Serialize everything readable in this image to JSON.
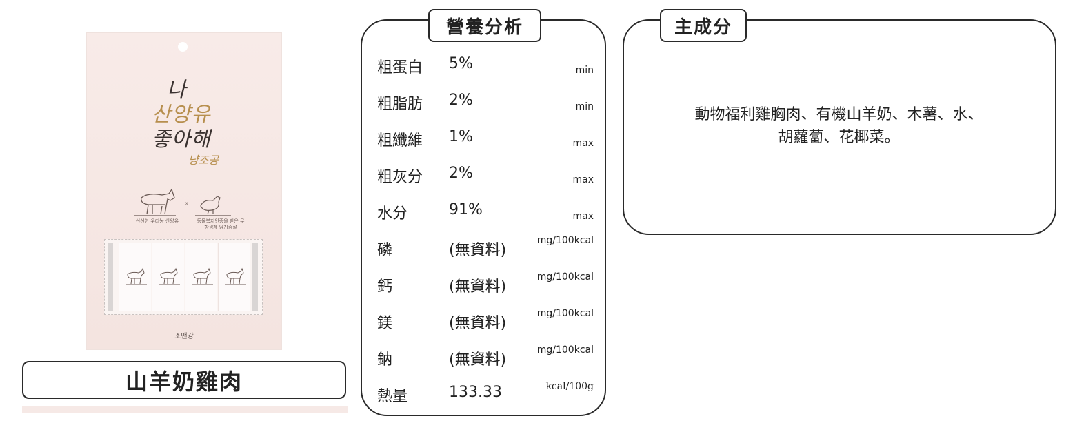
{
  "product": {
    "name": "山羊奶雞肉",
    "package": {
      "title_line1": "나",
      "title_line2": "산양유",
      "title_line3": "좋아해",
      "subtitle": "냥조공",
      "caption_left": "신선한 우리농 산양유",
      "caption_right": "동물복지인증을 받은 무항생제 닭가슴살",
      "maker": "조앤강",
      "colors": {
        "bg": "#f6e7e4",
        "gold": "#b78f4e"
      }
    }
  },
  "nutrition": {
    "heading": "營養分析",
    "rows": [
      {
        "label": "粗蛋白",
        "value": "5%",
        "unit": "min"
      },
      {
        "label": "粗脂肪",
        "value": "2%",
        "unit": "min"
      },
      {
        "label": "粗纖維",
        "value": "1%",
        "unit": "max"
      },
      {
        "label": "粗灰分",
        "value": "2%",
        "unit": "max"
      },
      {
        "label": "水分",
        "value": "91%",
        "unit": "max"
      },
      {
        "label": "磷",
        "value": "(無資料)",
        "unit": "mg/100kcal"
      },
      {
        "label": "鈣",
        "value": "(無資料)",
        "unit": "mg/100kcal"
      },
      {
        "label": "鎂",
        "value": "(無資料)",
        "unit": "mg/100kcal"
      },
      {
        "label": "鈉",
        "value": "(無資料)",
        "unit": "mg/100kcal"
      },
      {
        "label": "熱量",
        "value": "133.33",
        "unit": "kcal/100g"
      }
    ]
  },
  "ingredients": {
    "heading": "主成分",
    "line1": "動物福利雞胸肉、有機山羊奶、木薯、水、",
    "line2": "胡蘿蔔、花椰菜。"
  }
}
